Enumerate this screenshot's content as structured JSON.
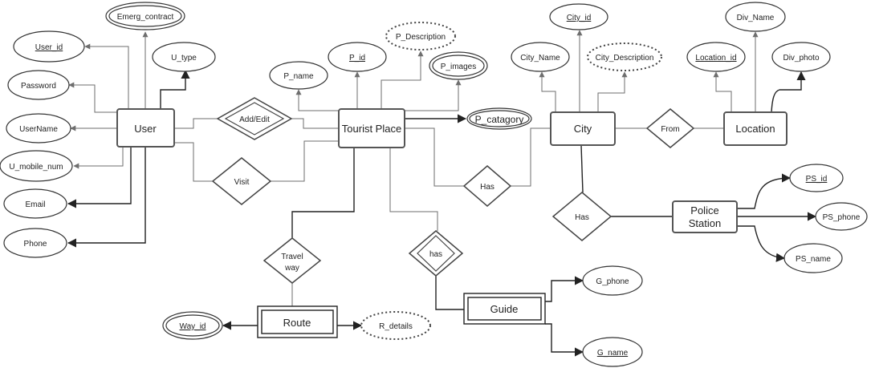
{
  "entities": {
    "user": "User",
    "tourist_place": "Tourist Place",
    "city": "City",
    "location": "Location",
    "police_station_line1": "Police",
    "police_station_line2": "Station",
    "route": "Route",
    "guide": "Guide"
  },
  "attributes": {
    "emerg_contract": "Emerg_contract",
    "user_id": "User_id",
    "u_type": "U_type",
    "password": "Password",
    "username": "UserName",
    "u_mobile_num": "U_mobile_num",
    "email": "Email",
    "phone": "Phone",
    "p_name": "P_name",
    "p_id": "P_id",
    "p_description": "P_Description",
    "p_images": "P_images",
    "p_catagory": "P_catagory",
    "city_id": "City_id",
    "city_name": "City_Name",
    "city_description": "City_Description",
    "div_name": "Div_Name",
    "location_id": "Location_id",
    "div_photo": "Div_photo",
    "ps_id": "PS_id",
    "ps_phone": "PS_phone",
    "ps_name": "PS_name",
    "way_id": "Way_id",
    "r_details": "R_details",
    "g_phone": "G_phone",
    "g_name": "G_name"
  },
  "relationships": {
    "add_edit": "Add/Edit",
    "visit": "Visit",
    "has_place_city": "Has",
    "from": "From",
    "has_city_police": "Has",
    "travel_way_line1": "Travel",
    "travel_way_line2": "way",
    "has_guide": "has"
  }
}
